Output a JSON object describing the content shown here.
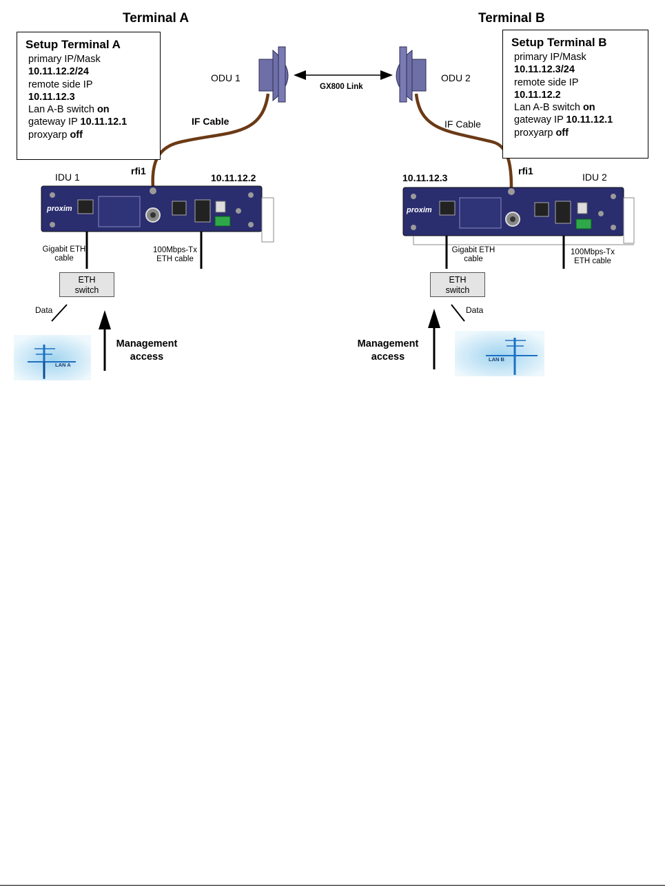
{
  "terminals": {
    "a": {
      "title": "Terminal A",
      "setup_title": "Setup Terminal A",
      "primary_label": "primary IP/Mask",
      "primary_value": "10.11.12.2/24",
      "remote_label": "remote side IP",
      "remote_value": "10.11.12.3",
      "lan_label": "Lan A-B switch",
      "lan_value": "on",
      "gateway_label": "gateway IP",
      "gateway_value": "10.11.12.1",
      "proxy_label": "proxyarp",
      "proxy_value": "off",
      "odu": "ODU 1",
      "idu": "IDU 1",
      "ip": "10.11.12.2",
      "lan": "LAN A"
    },
    "b": {
      "title": "Terminal B",
      "setup_title": "Setup Terminal B",
      "primary_label": "primary IP/Mask",
      "primary_value": "10.11.12.3/24",
      "remote_label": "remote side IP",
      "remote_value": "10.11.12.2",
      "lan_label": "Lan A-B switch",
      "lan_value": "on",
      "gateway_label": "gateway IP",
      "gateway_value": "10.11.12.1",
      "proxy_label": "proxyarp",
      "proxy_value": "off",
      "odu": "ODU 2",
      "idu": "IDU 2",
      "ip": "10.11.12.3",
      "lan": "LAN B"
    }
  },
  "link_label": "GX800 Link",
  "if_cable": "IF Cable",
  "rfi": "rfi1",
  "gigabit_l1": "Gigabit ETH",
  "gigabit_l2": "cable",
  "fast_l1": "100Mbps-Tx",
  "fast_l2": "ETH cable",
  "switch_l1": "ETH",
  "switch_l2": "switch",
  "data": "Data",
  "mgmt_l1": "Management",
  "mgmt_l2": "access",
  "brand": "proxim",
  "colors": {
    "odu_fill": "#6f6fa8",
    "idu_fill": "#2a2d6e",
    "cable": "#6b3a16",
    "lan_glow": "#bfe3f5",
    "lan_pole": "#1d6fc0",
    "port_green": "#2fa84a"
  }
}
